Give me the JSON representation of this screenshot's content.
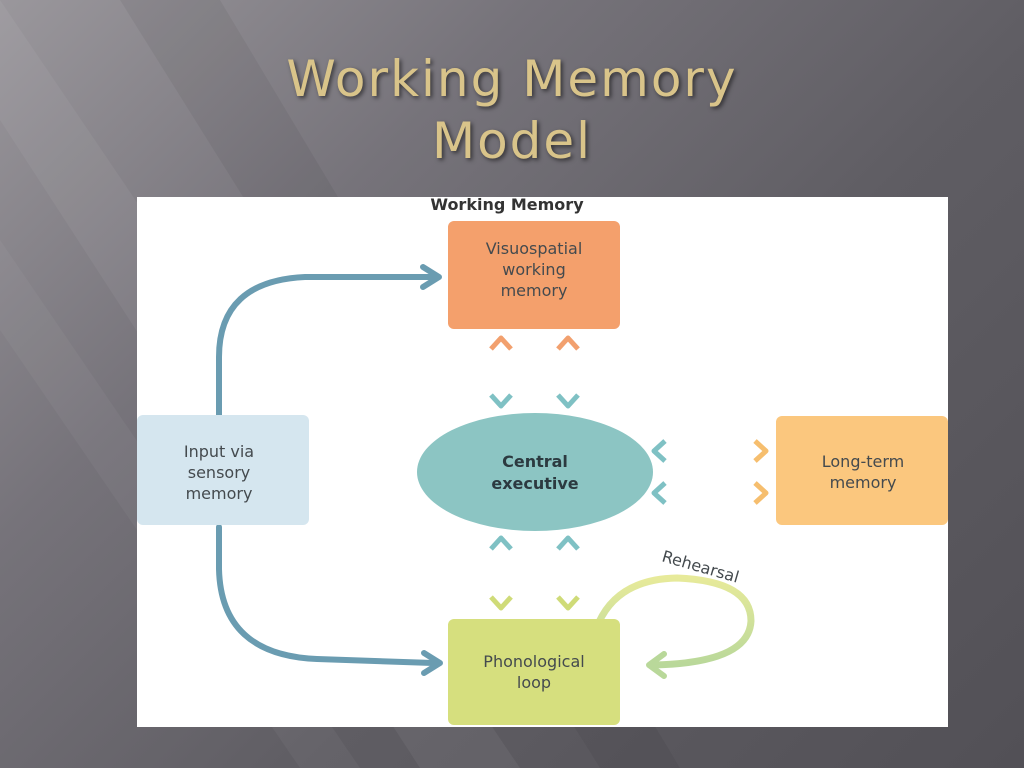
{
  "slide": {
    "title_line1": "Working Memory",
    "title_line2": "Model"
  },
  "diagram": {
    "heading": "Working Memory",
    "visuospatial": [
      "Visuospatial",
      "working",
      "memory"
    ],
    "central": [
      "Central",
      "executive"
    ],
    "input": [
      "Input via",
      "sensory",
      "memory"
    ],
    "longterm": [
      "Long-term",
      "memory"
    ],
    "phonological": [
      "Phonological",
      "loop"
    ],
    "rehearsal": "Rehearsal"
  },
  "colors": {
    "visuospatial": "#f4a06c",
    "central": "#8cc5c3",
    "input": "#d5e6ef",
    "longterm": "#fbc77e",
    "phonological": "#d6df7e",
    "input_arrow": "#6a9cb1"
  }
}
